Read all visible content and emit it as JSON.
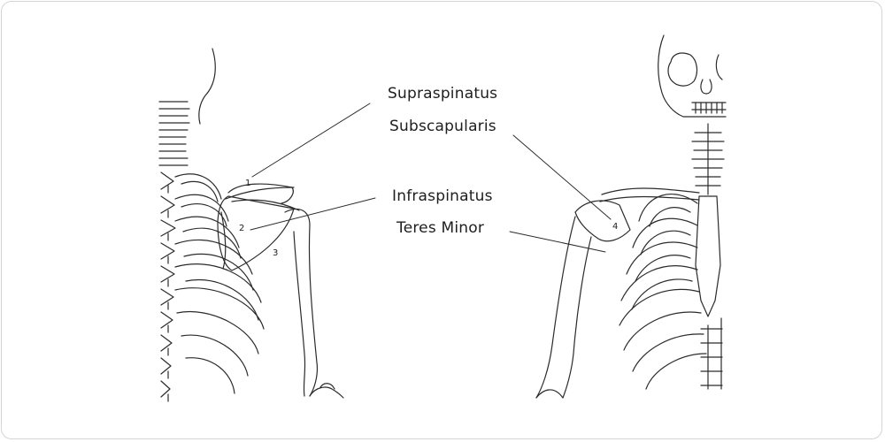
{
  "colors": {
    "stroke": "#2b2b2b",
    "background": "#ffffff",
    "border": "#d4d4d4"
  },
  "labels": {
    "supraspinatus": "Supraspinatus",
    "subscapularis": "Subscapularis",
    "infraspinatus": "Infraspinatus",
    "teres_minor": "Teres Minor"
  },
  "markers": {
    "m1": "1",
    "m2": "2",
    "m3": "3",
    "m4": "4"
  }
}
